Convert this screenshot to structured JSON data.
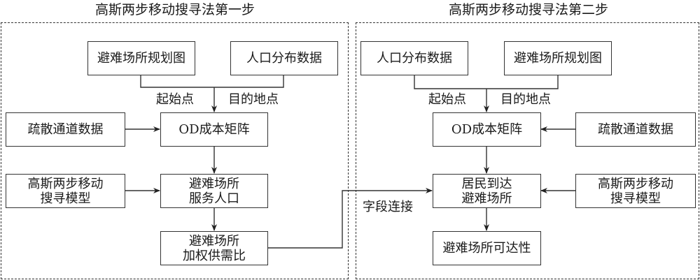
{
  "panels": [
    {
      "title": "高斯两步移动搜寻法第一步",
      "nodes": {
        "shelter_plan": "避难场所规划图",
        "population": "人口分布数据",
        "od_matrix": "OD成本矩阵",
        "evac_roads": "疏散通道数据",
        "g2sfca_model": "高斯两步移动\n搜寻模型",
        "service_pop": "避难场所\n服务人口",
        "supply_demand": "避难场所\n加权供需比"
      },
      "edge_labels": {
        "origin": "起始点",
        "destination": "目的地点"
      }
    },
    {
      "title": "高斯两步移动搜寻法第二步",
      "nodes": {
        "population": "人口分布数据",
        "shelter_plan": "避难场所规划图",
        "od_matrix": "OD成本矩阵",
        "evac_roads": "疏散通道数据",
        "resident_reach": "居民到达\n避难场所",
        "g2sfca_model": "高斯两步移动\n搜寻模型",
        "accessibility": "避难场所可达性"
      },
      "edge_labels": {
        "origin": "起始点",
        "destination": "目的地点"
      }
    }
  ],
  "cross_link_label": "字段连接",
  "colors": {
    "line": "#333333",
    "text": "#1a1a1a",
    "background": "#ffffff"
  }
}
